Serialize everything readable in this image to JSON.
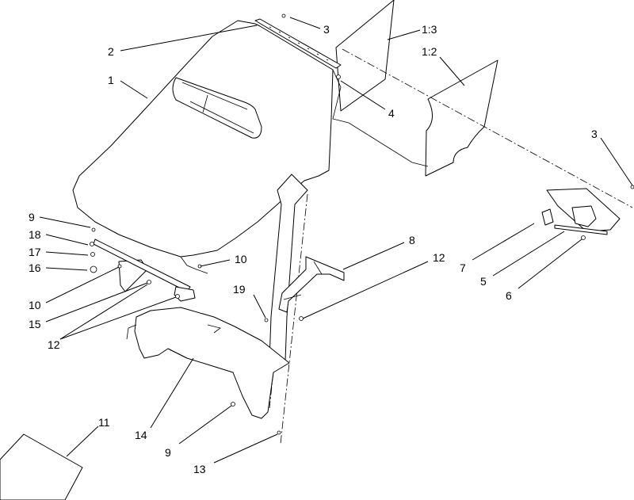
{
  "callouts": {
    "c1": "1",
    "c2": "2",
    "c3_top": "3",
    "c1_3": "1:3",
    "c1_2": "1:2",
    "c4": "4",
    "c3_right": "3",
    "c9_left": "9",
    "c18": "18",
    "c17": "17",
    "c16": "16",
    "c10_left": "10",
    "c15": "15",
    "c12_left": "12",
    "c10_mid": "10",
    "c19": "19",
    "c8": "8",
    "c12_mid": "12",
    "c7": "7",
    "c5": "5",
    "c6": "6",
    "c11": "11",
    "c14": "14",
    "c9_bottom": "9",
    "c13": "13"
  }
}
